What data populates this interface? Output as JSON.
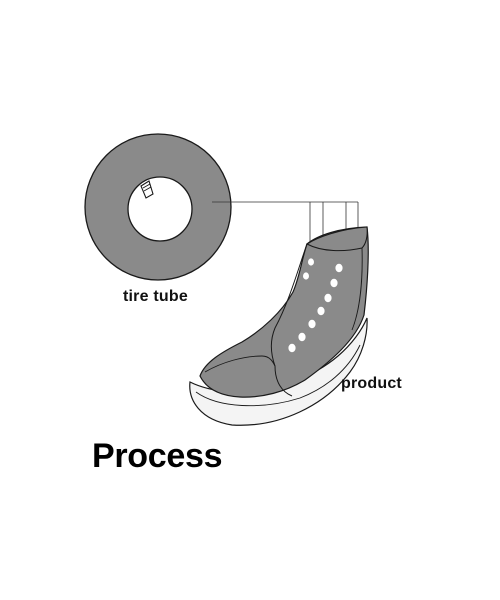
{
  "title": "Process",
  "labels": {
    "tire_tube": "tire tube",
    "product": "product"
  },
  "colors": {
    "rubber": "#8a8a8a",
    "outline": "#1a1a1a",
    "sole": "#f4f4f4",
    "background": "#ffffff"
  },
  "icons": [
    "tire-tube-icon",
    "valve-stem-icon",
    "high-top-sneaker-icon"
  ]
}
